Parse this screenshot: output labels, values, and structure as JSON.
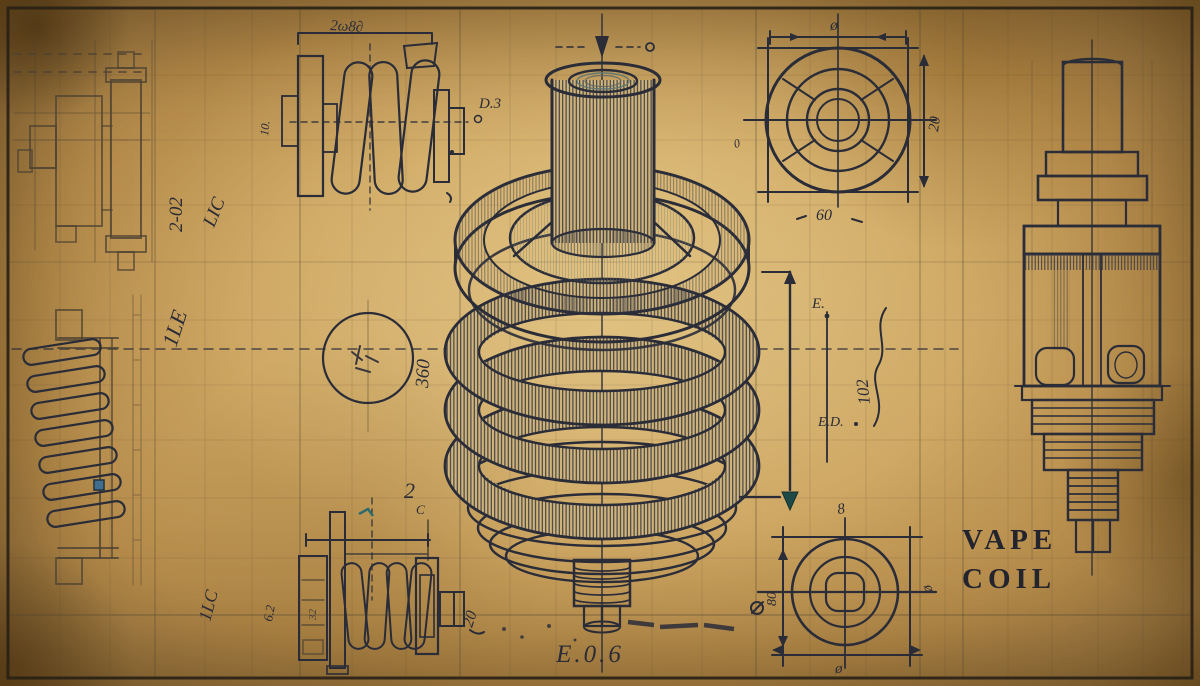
{
  "title_block": {
    "line1": "VAPE",
    "line2": "COIL"
  },
  "drawing_code": "E.0.6",
  "labels": {
    "top_left_dim": "2ω8∂",
    "col2_upper": "2-02",
    "col2_mid": "LIC",
    "col2_lower": "1LE",
    "col2_bottom": "1LC",
    "col2_bottom2": "6.2",
    "small_coil_dim": "10.",
    "d3": "D.3",
    "dim_360": "360",
    "e_label": "E.",
    "ed_label": "E.D.",
    "dim_102": "102",
    "tr_top": "ø",
    "tr_right": "20",
    "tr_bottom": "60",
    "tr_left": "0",
    "br_top": "8",
    "br_left": "80",
    "br_right": "ø",
    "br_bottom": "ø",
    "bl_2": "2",
    "bl_c": "C",
    "bl_20": "20",
    "bl_32": "32"
  },
  "colors": {
    "paper": "#c9a25f",
    "ink": "#2a2c38",
    "accent_teal": "#1d4a47",
    "accent_blue": "#3f6e8e"
  }
}
